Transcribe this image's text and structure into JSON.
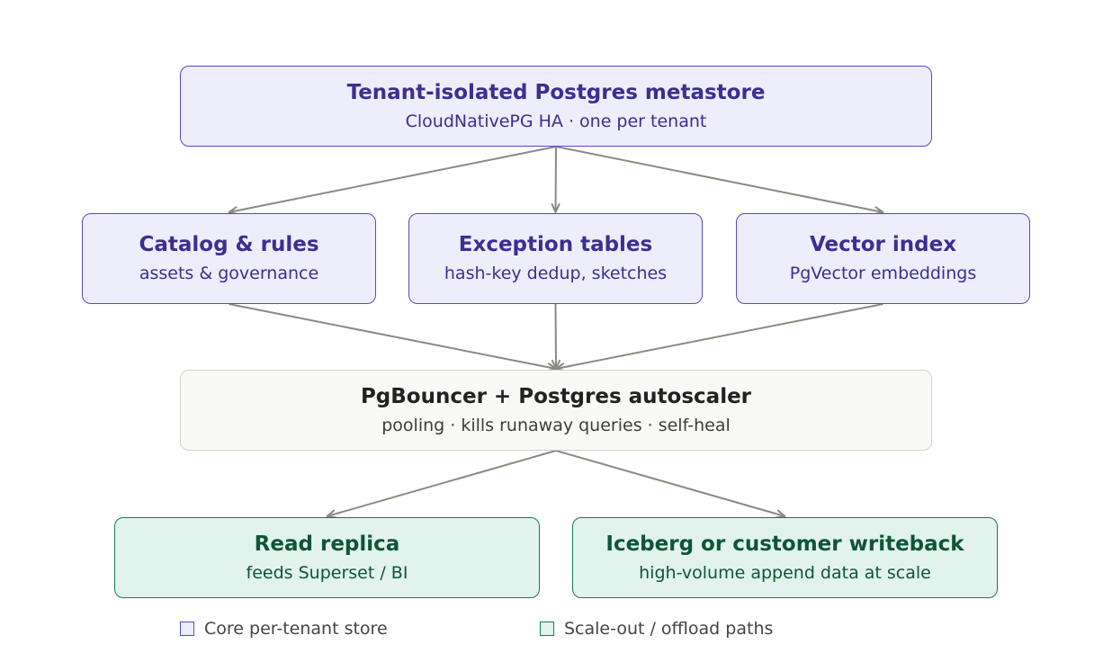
{
  "colors": {
    "core_fill": "#eeedfc",
    "core_stroke": "#544bc2",
    "core_text": "#3b2f8f",
    "neutral_fill": "#f9f9f7",
    "neutral_stroke": "#d2d2cc",
    "offload_fill": "#e1f3ec",
    "offload_stroke": "#1c7a55",
    "offload_text": "#0f5537",
    "edge": "#8a8a84"
  },
  "nodes": {
    "metastore": {
      "title": "Tenant-isolated Postgres metastore",
      "subtitle": "CloudNativePG HA · one per tenant"
    },
    "catalog": {
      "title": "Catalog & rules",
      "subtitle": "assets & governance"
    },
    "exception": {
      "title": "Exception tables",
      "subtitle": "hash-key dedup, sketches"
    },
    "vector": {
      "title": "Vector index",
      "subtitle": "PgVector embeddings"
    },
    "pgbouncer": {
      "title": "PgBouncer + Postgres autoscaler",
      "subtitle": "pooling · kills runaway queries · self-heal"
    },
    "replica": {
      "title": "Read replica",
      "subtitle": "feeds Superset / BI"
    },
    "iceberg": {
      "title": "Iceberg or customer writeback",
      "subtitle": "high-volume append data at scale"
    }
  },
  "edges": [
    {
      "from": "metastore",
      "to": "catalog"
    },
    {
      "from": "metastore",
      "to": "exception"
    },
    {
      "from": "metastore",
      "to": "vector"
    },
    {
      "from": "catalog",
      "to": "pgbouncer"
    },
    {
      "from": "exception",
      "to": "pgbouncer"
    },
    {
      "from": "vector",
      "to": "pgbouncer"
    },
    {
      "from": "pgbouncer",
      "to": "replica"
    },
    {
      "from": "pgbouncer",
      "to": "iceberg"
    }
  ],
  "legend": {
    "core_label": "Core per-tenant store",
    "offload_label": "Scale-out / offload paths"
  }
}
